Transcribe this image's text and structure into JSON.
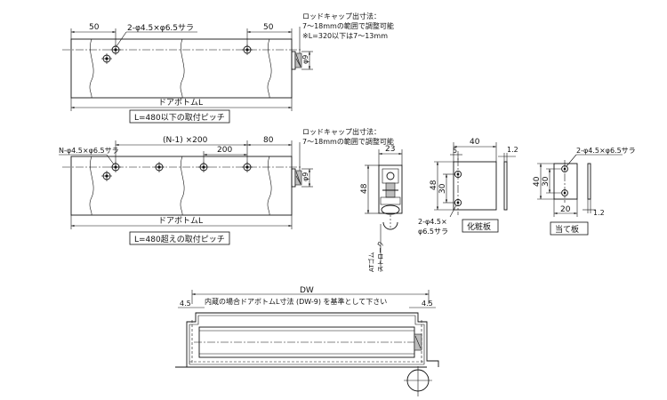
{
  "top_view": {
    "dim_left": "50",
    "dim_right": "50",
    "hole_note": "2-φ4.5×φ6.5サラ",
    "rod_cap_title": "ロッドキャップ出寸法：",
    "rod_cap_range": "7～18mmの範囲で調整可能",
    "rod_cap_note": "※L=320以下は7～13mm",
    "rod_dia": "φ9",
    "length_label": "ドアボトムL",
    "caption": "L=480以下の取付ピッチ"
  },
  "middle_view": {
    "hole_note": "N-φ4.5×φ6.5サラ",
    "pitch_label": "(N-1) ×200",
    "dim_200": "200",
    "dim_80": "80",
    "rod_cap_title": "ロッドキャップ出寸法：",
    "rod_cap_range": "7～18mmの範囲で調整可能",
    "rod_dia": "φ9",
    "length_label": "ドアボトムL",
    "caption": "L=480超えの取付ピッチ"
  },
  "section_view": {
    "dim_width": "23",
    "dim_height": "48",
    "stroke_label_1": "ATゴム",
    "stroke_label_2": "ストローク"
  },
  "cosmetic_plate": {
    "dim_width": "40",
    "dim_thickness": "1.2",
    "dim_5": "5",
    "dim_48": "48",
    "dim_30": "30",
    "hole_note_1": "2-φ4.5×",
    "hole_note_2": "φ6.5サラ",
    "caption": "化粧板"
  },
  "backing_plate": {
    "hole_note": "2-φ4.5×φ6.5サラ",
    "dim_40": "40",
    "dim_30": "30",
    "dim_20": "20",
    "dim_thickness": "1.2",
    "caption": "当て板"
  },
  "bottom_view": {
    "dw_label": "DW",
    "dim_left": "4.5",
    "dim_right": "4.5",
    "note": "内蔵の場合ドアボトムL寸法 (DW-9) を基準として下さい"
  }
}
